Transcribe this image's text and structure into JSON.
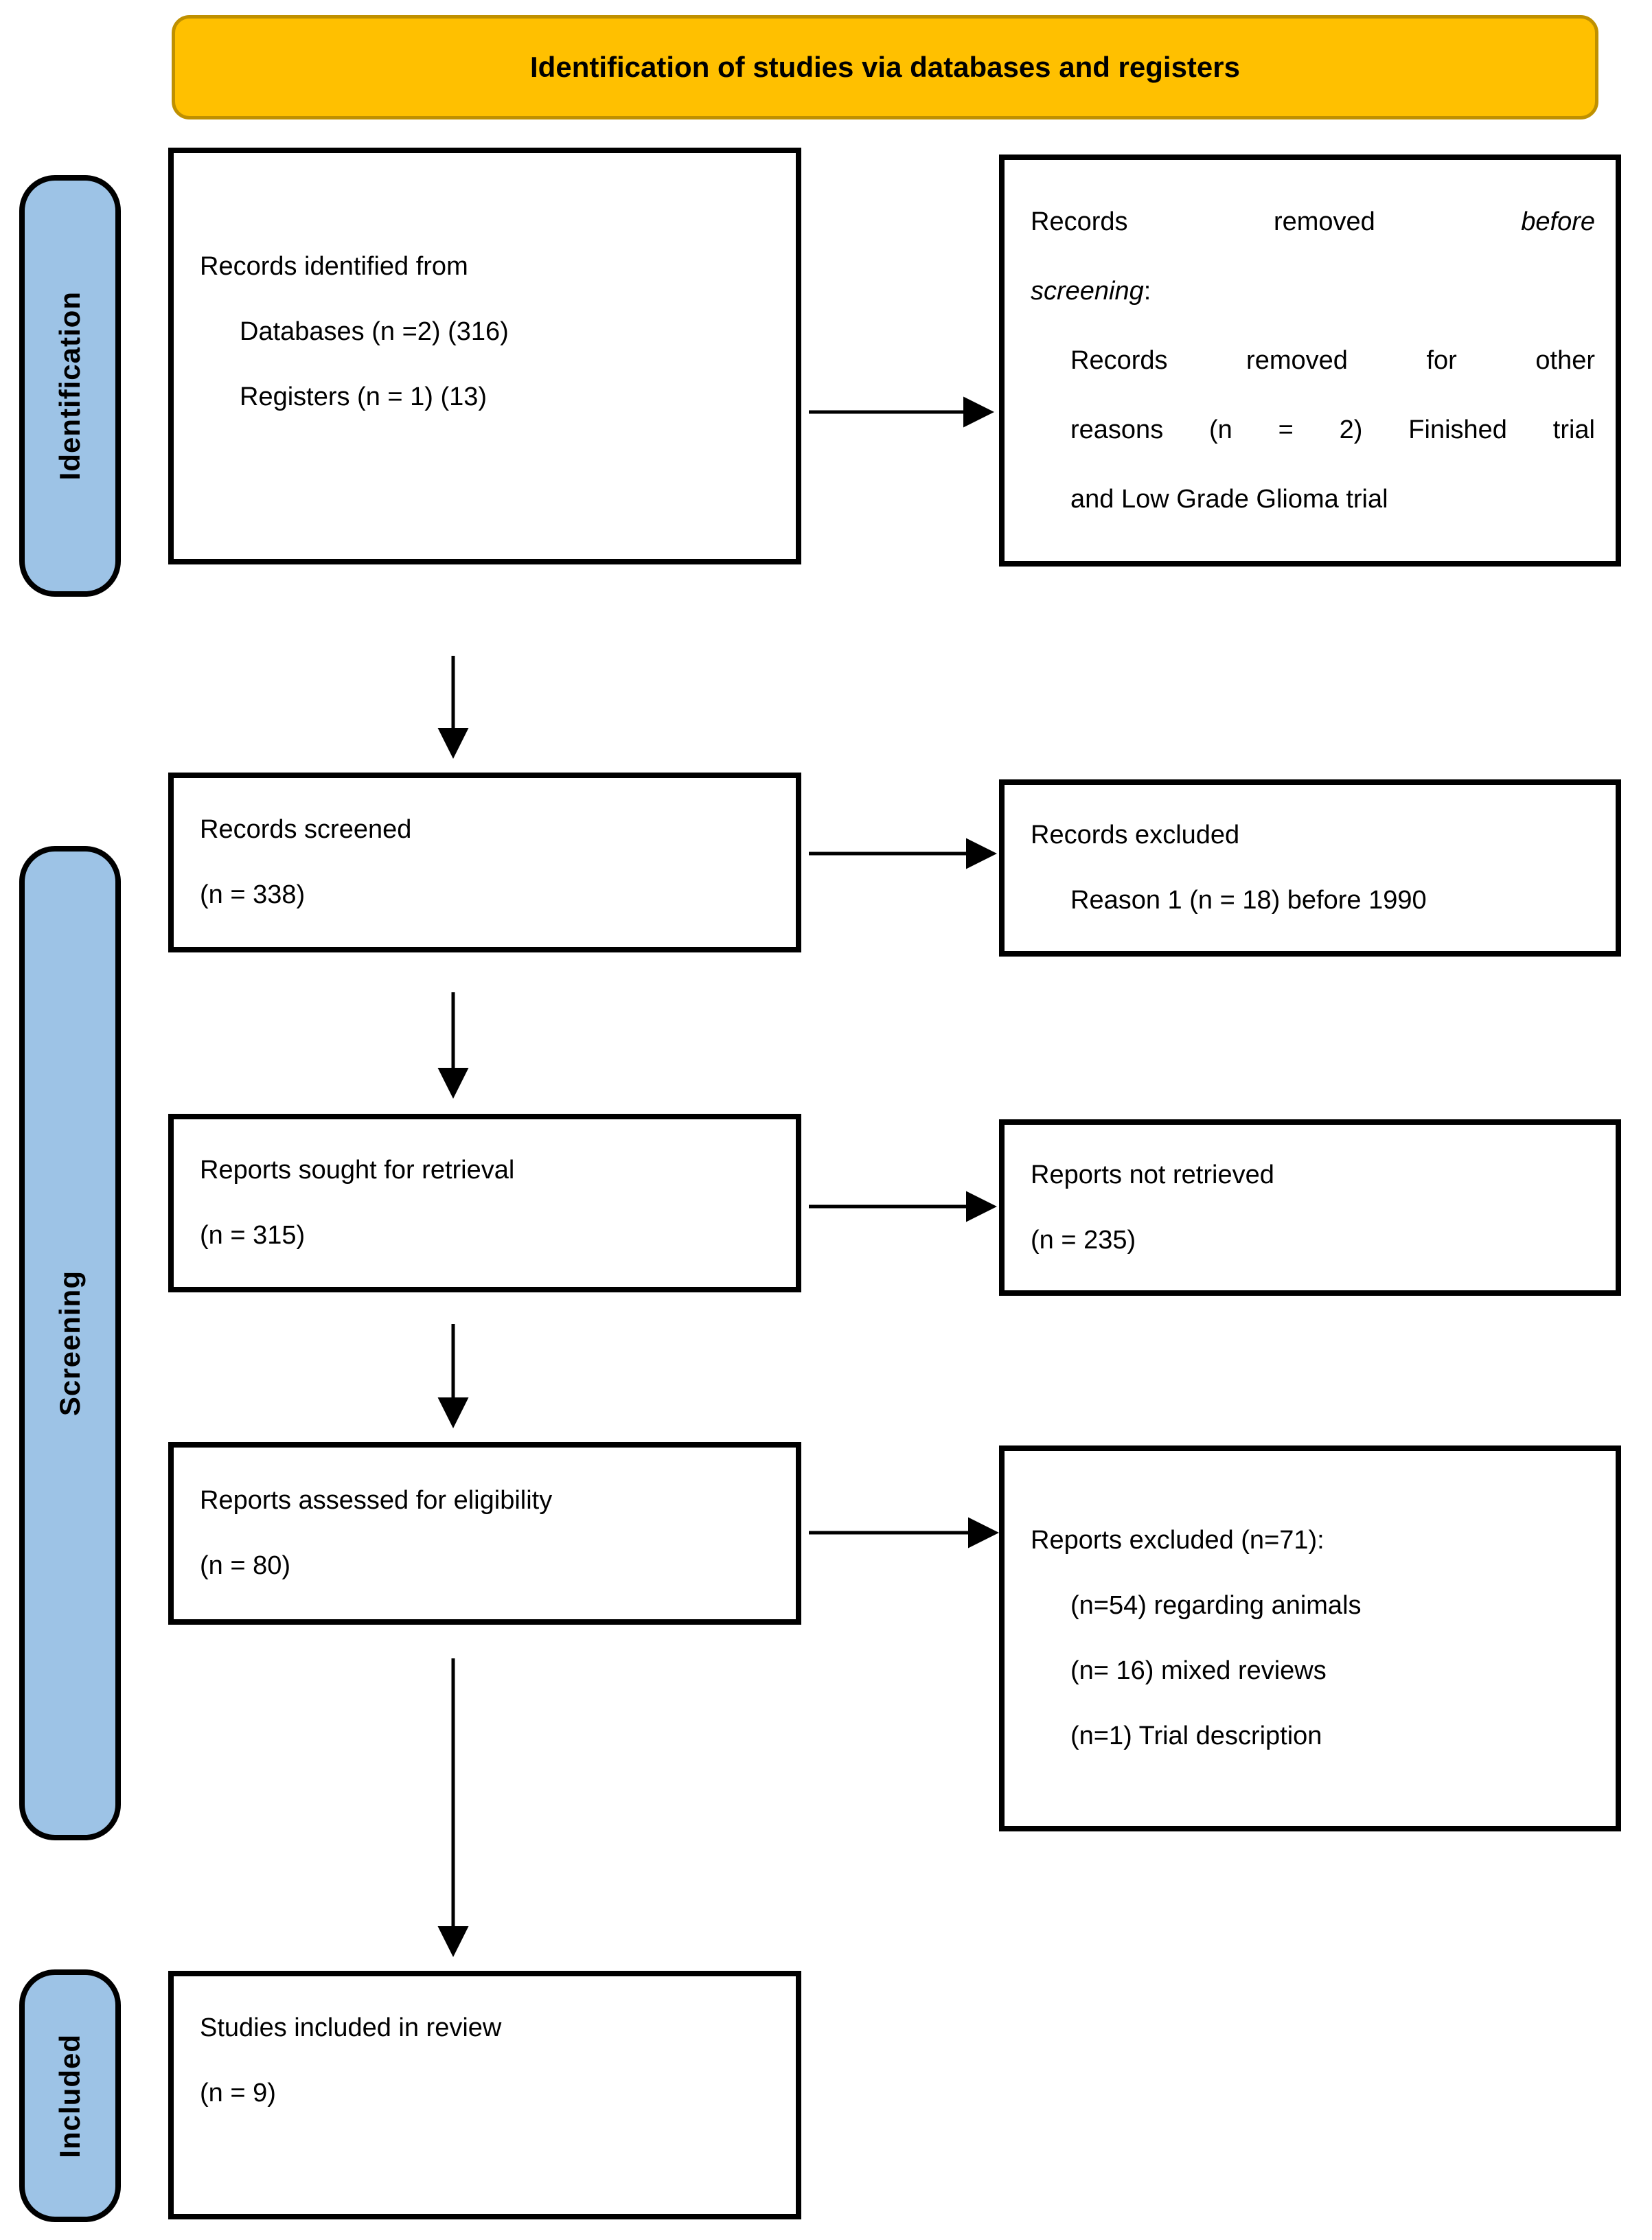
{
  "title": "Identification of studies via databases and registers",
  "stages": {
    "identification": "Identification",
    "screening": "Screening",
    "included": "Included"
  },
  "boxes": {
    "records_identified": {
      "heading": "Records identified from",
      "items": [
        "Databases (n =2) (316)",
        "Registers (n = 1) (13)"
      ]
    },
    "records_removed": {
      "l1_text": "Records removed",
      "l1_italic": "before",
      "l2_italic": "screening",
      "l2_colon": ":",
      "l3": "Records removed for other",
      "l4": "reasons (n = 2) Finished trial",
      "l5": "and Low Grade Glioma trial"
    },
    "records_screened": {
      "l1": "Records screened",
      "l2": "(n = 338)"
    },
    "records_excluded": {
      "l1": "Records excluded",
      "l2": "Reason 1 (n = 18) before 1990"
    },
    "reports_sought": {
      "l1": "Reports sought for retrieval",
      "l2": "(n = 315)"
    },
    "reports_not_retrieved": {
      "l1": "Reports not retrieved",
      "l2": "(n = 235)"
    },
    "reports_assessed": {
      "l1": "Reports assessed for eligibility",
      "l2": "(n = 80)"
    },
    "reports_excluded": {
      "l1": "Reports excluded (n=71):",
      "items": [
        "(n=54) regarding animals",
        "(n= 16) mixed reviews",
        "(n=1) Trial description"
      ]
    },
    "studies_included": {
      "l1": "Studies included in review",
      "l2": "(n = 9)"
    }
  },
  "colors": {
    "header_bg": "#FFC000",
    "header_border": "#BF9000",
    "stage_bg": "#9DC3E6",
    "box_border": "#000000"
  }
}
